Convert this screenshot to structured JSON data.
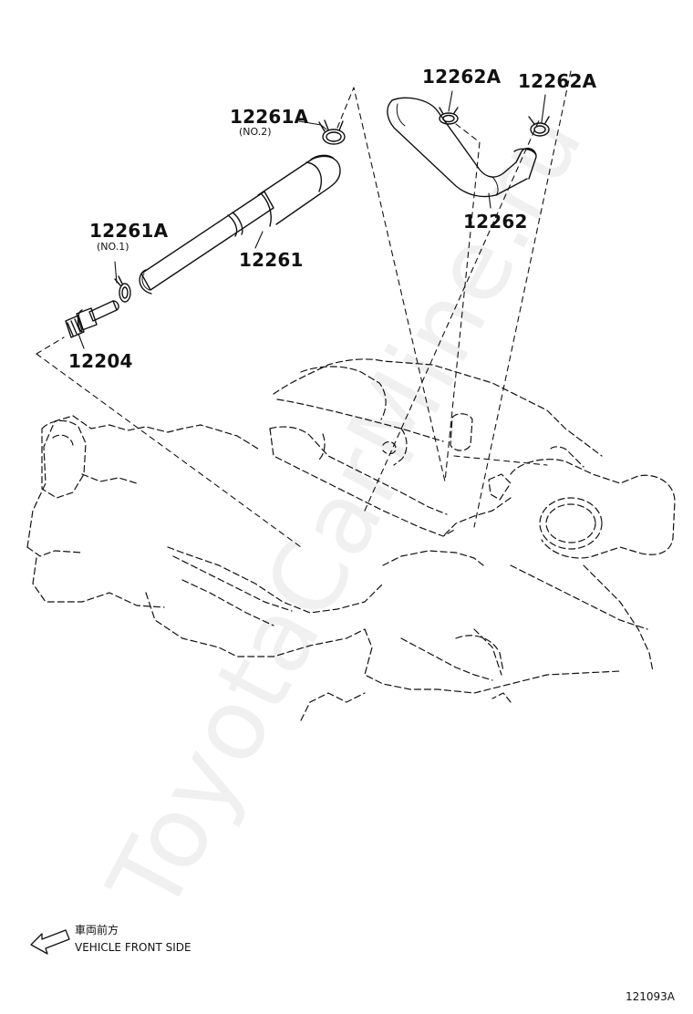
{
  "labels": {
    "p12261A_no2": "12261A",
    "p12261A_no2_sub": "(NO.2)",
    "p12261A_no1": "12261A",
    "p12261A_no1_sub": "(NO.1)",
    "p12261": "12261",
    "p12204": "12204",
    "p12262A_left": "12262A",
    "p12262A_right": "12262A",
    "p12262": "12262"
  },
  "footer": {
    "direction_jp": "車両前方",
    "direction_en": "VEHICLE FRONT SIDE",
    "diagram_code": "121093A"
  },
  "watermark": "ToyotaCarMine.ru",
  "colors": {
    "line": "#111111",
    "background": "#ffffff",
    "watermark": "#000000"
  }
}
